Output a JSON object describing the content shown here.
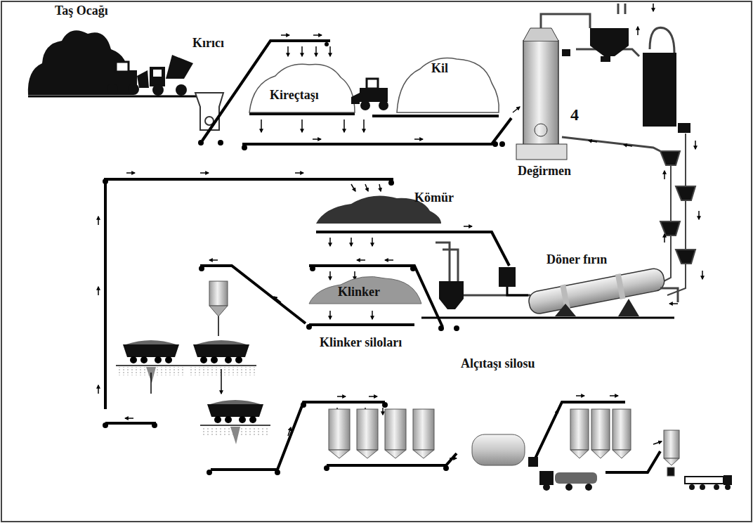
{
  "diagram": {
    "labels": [
      "Taş Ocağı",
      "Kırıcı",
      "Kireçtaşı",
      "Kil",
      "Değirmen",
      "4",
      "Kömür",
      "Döner fırın",
      "Klinker",
      "Klinker siloları",
      "Alçıtaşı silosu"
    ]
  }
}
